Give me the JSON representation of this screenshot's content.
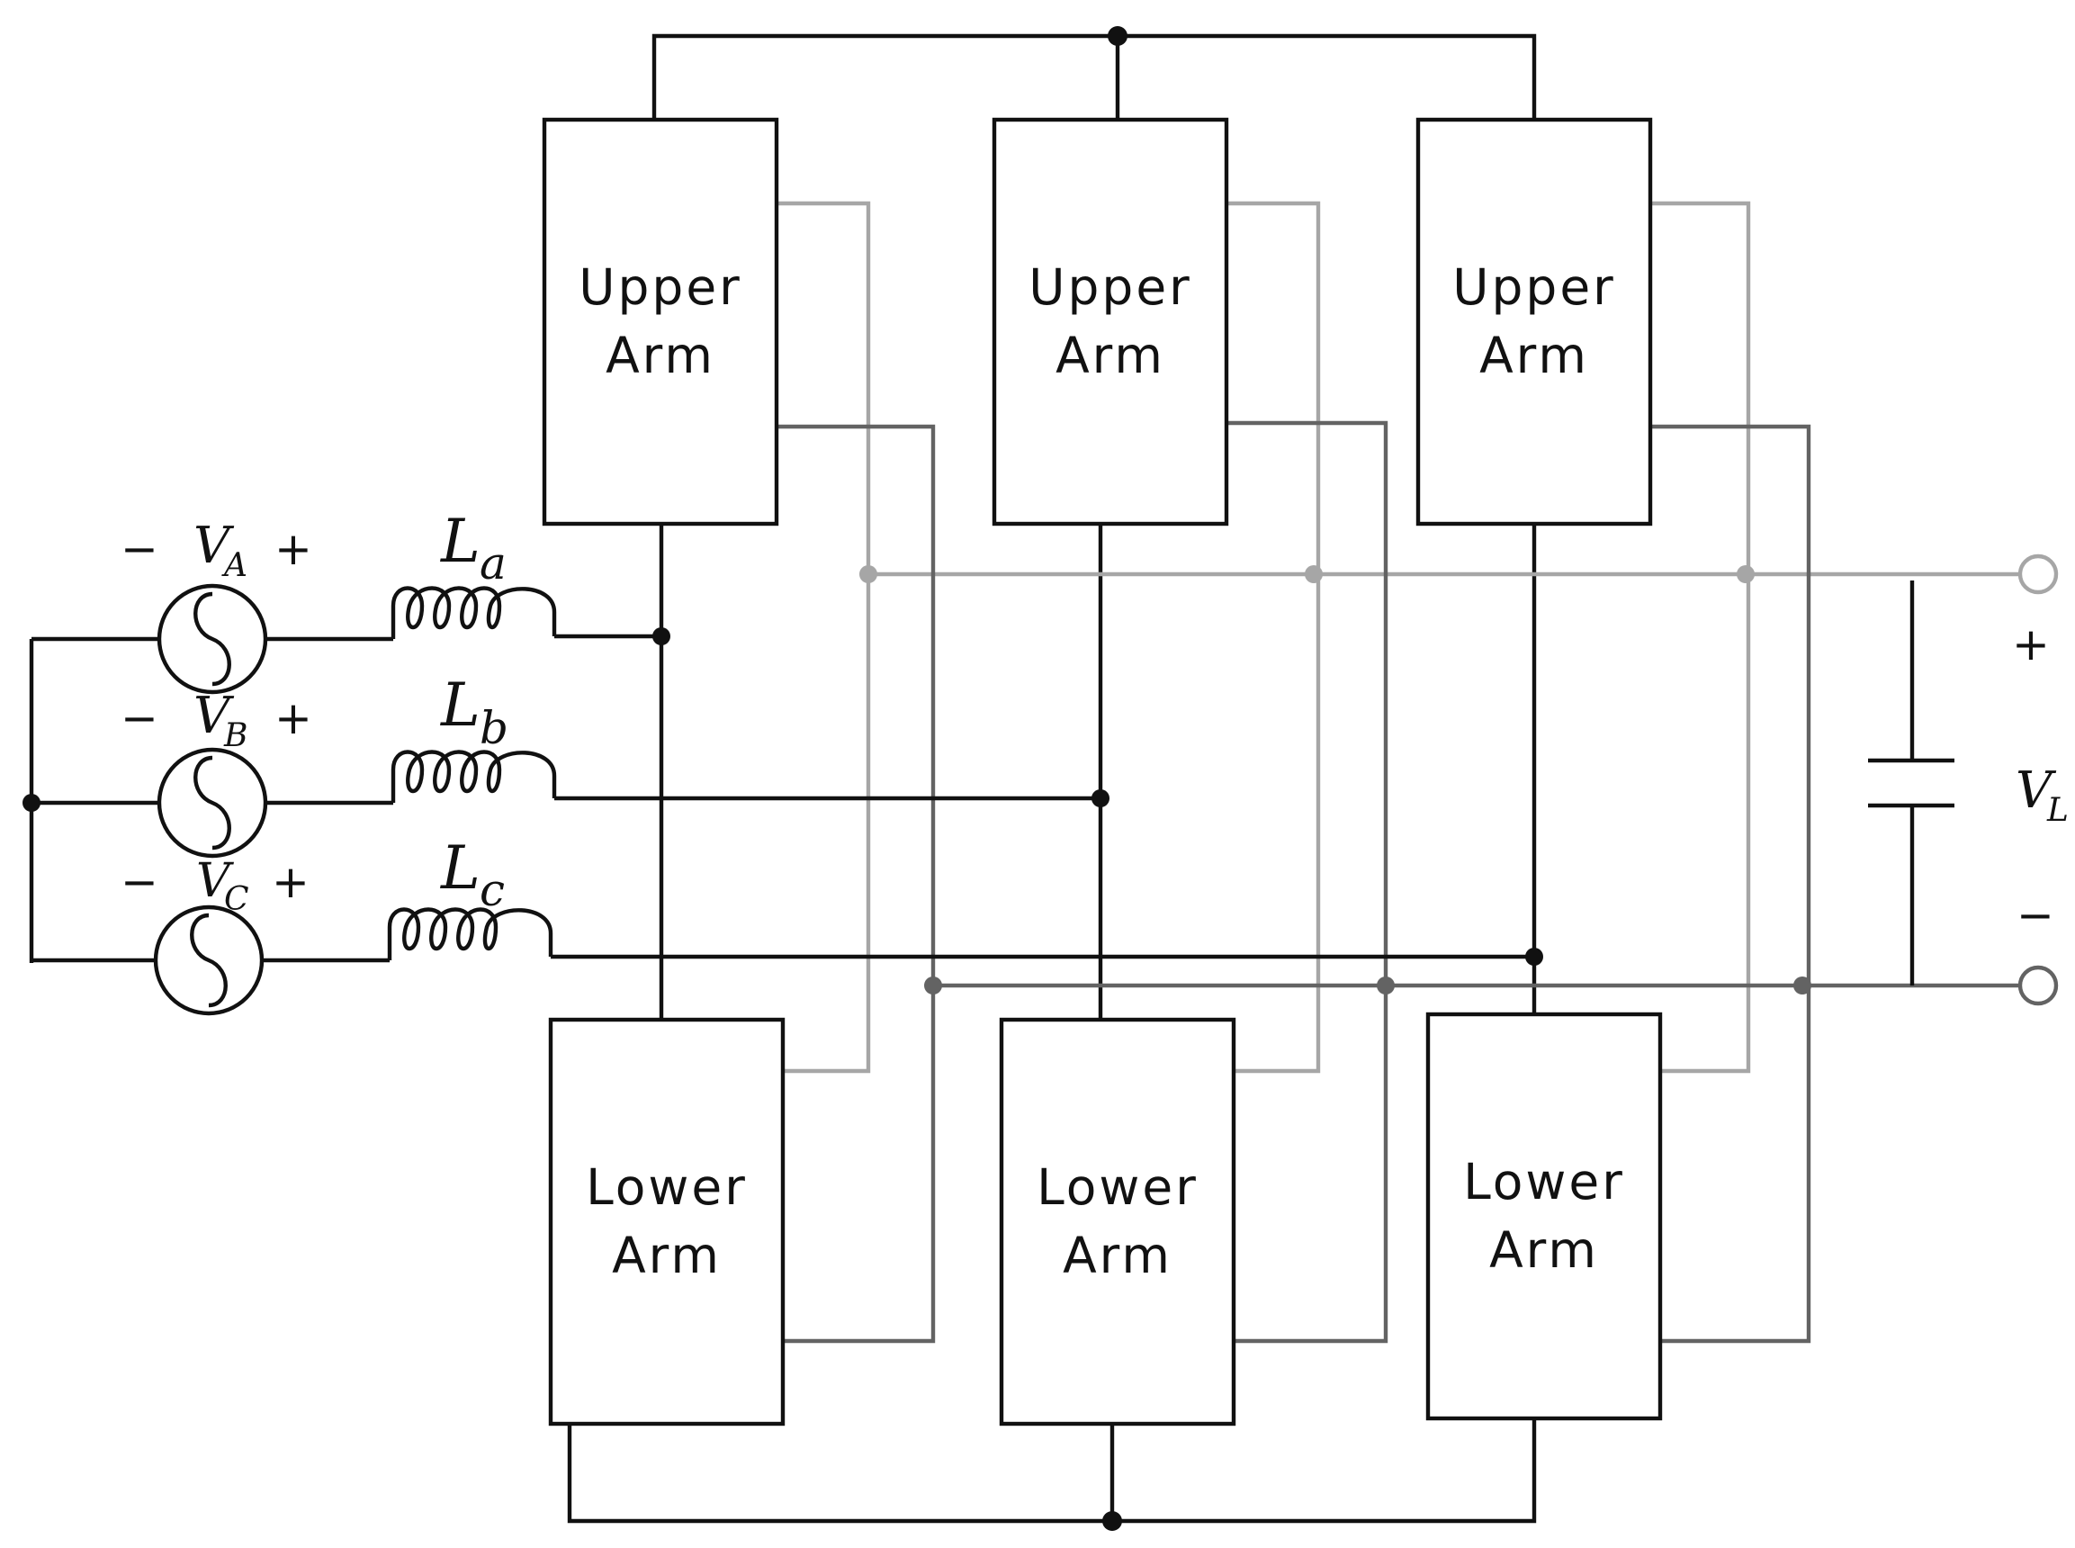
{
  "arms": {
    "upper": [
      {
        "line1": "Upper",
        "line2": "Arm"
      },
      {
        "line1": "Upper",
        "line2": "Arm"
      },
      {
        "line1": "Upper",
        "line2": "Arm"
      }
    ],
    "lower": [
      {
        "line1": "Lower",
        "line2": "Arm"
      },
      {
        "line1": "Lower",
        "line2": "Arm"
      },
      {
        "line1": "Lower",
        "line2": "Arm"
      }
    ]
  },
  "sources": [
    {
      "symbol": "V",
      "sub": "A",
      "minus": "−",
      "plus": "+"
    },
    {
      "symbol": "V",
      "sub": "B",
      "minus": "−",
      "plus": "+"
    },
    {
      "symbol": "V",
      "sub": "C",
      "minus": "−",
      "plus": "+"
    }
  ],
  "inductors": [
    {
      "symbol": "L",
      "sub": "a"
    },
    {
      "symbol": "L",
      "sub": "b"
    },
    {
      "symbol": "L",
      "sub": "c"
    }
  ],
  "load": {
    "symbol": "V",
    "sub": "L",
    "plus": "+",
    "minus": "−"
  },
  "colors": {
    "wire": "#111111",
    "positive_bus": "#a6a6a6",
    "negative_bus": "#636363"
  }
}
